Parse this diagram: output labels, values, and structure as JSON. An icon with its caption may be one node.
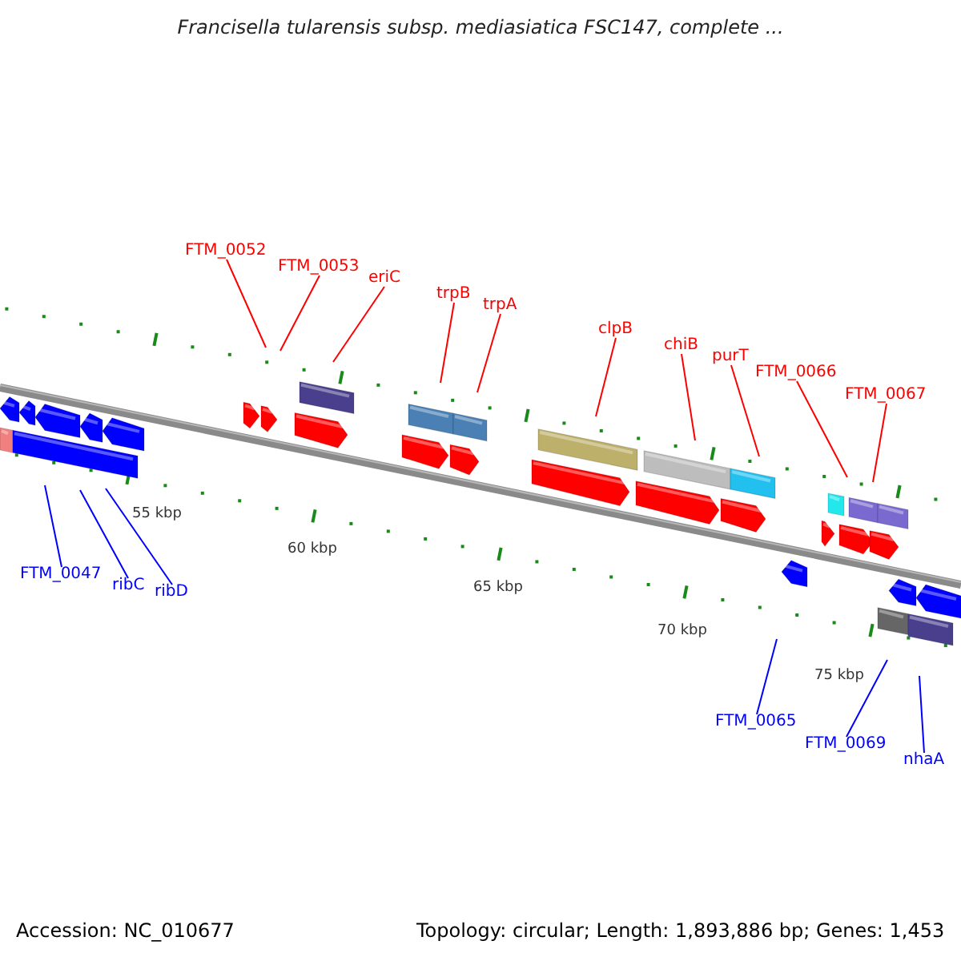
{
  "diagram": {
    "title": "Francisella tularensis subsp. mediasiatica FSC147, complete ...",
    "nodes": [
      {
        "text": [
          "FTM_0052"
        ]
      },
      {
        "text": [
          "FTM_0053"
        ]
      },
      {
        "text": [
          "eriC"
        ]
      },
      {
        "text": [
          "trpB"
        ]
      },
      {
        "text": [
          "trpA"
        ]
      },
      {
        "text": [
          "clpB"
        ]
      },
      {
        "text": [
          "chiB"
        ]
      },
      {
        "text": [
          "purT"
        ]
      },
      {
        "text": [
          "FTM_0066"
        ]
      },
      {
        "text": [
          "FTM_0067"
        ]
      },
      {
        "text": [
          "FTM_0047"
        ]
      },
      {
        "text": [
          "ribC"
        ]
      },
      {
        "text": [
          "ribD"
        ]
      },
      {
        "text": [
          "FTM_0065"
        ]
      },
      {
        "text": [
          "FTM_0069"
        ]
      },
      {
        "text": [
          "nhaA"
        ]
      }
    ],
    "edges": [
      {
        "from": 0,
        "to": null,
        "arrow": "none"
      },
      {
        "from": 1,
        "to": null,
        "arrow": "none"
      },
      {
        "from": 2,
        "to": null,
        "arrow": "none"
      },
      {
        "from": 3,
        "to": null,
        "arrow": "none"
      },
      {
        "from": 4,
        "to": null,
        "arrow": "none"
      },
      {
        "from": 5,
        "to": null,
        "arrow": "none"
      },
      {
        "from": 6,
        "to": null,
        "arrow": "none"
      },
      {
        "from": 7,
        "to": null,
        "arrow": "none"
      },
      {
        "from": 8,
        "to": null,
        "arrow": "none"
      },
      {
        "from": 9,
        "to": null,
        "arrow": "none"
      },
      {
        "from": 10,
        "to": null,
        "arrow": "none",
        "color": "#0000ff"
      },
      {
        "from": 11,
        "to": null,
        "arrow": "none",
        "color": "#0000ff"
      },
      {
        "from": 12,
        "to": null,
        "arrow": "none",
        "color": "#0000ff"
      },
      {
        "from": 13,
        "to": null,
        "arrow": "none",
        "color": "#0000ff"
      },
      {
        "from": 14,
        "to": null,
        "arrow": "none",
        "color": "#0000ff"
      },
      {
        "from": 15,
        "to": null,
        "arrow": "none",
        "color": "#0000ff"
      }
    ],
    "labels": [
      "55 kbp",
      "60 kbp",
      "65 kbp",
      "70 kbp",
      "75 kbp",
      "Accession: NC_010677",
      "Topology: circular; Length: 1,893,886 bp; Genes: 1,453"
    ]
  }
}
